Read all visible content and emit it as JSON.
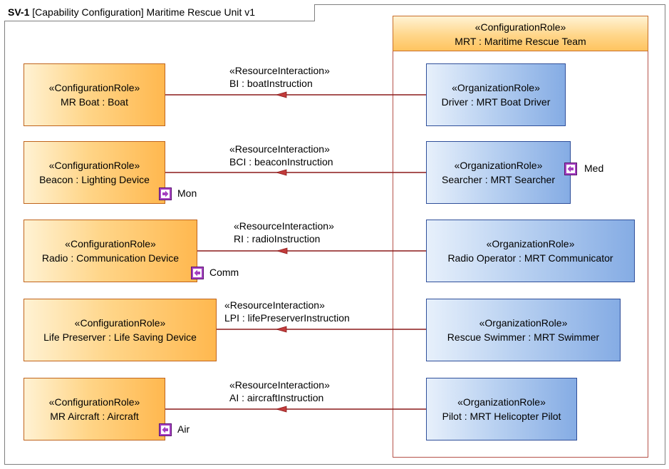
{
  "diagram": {
    "tab_id": "SV-1",
    "tab_title": "[Capability Configuration] Maritime Rescue Unit v1",
    "team": {
      "stereotype": "«ConfigurationRole»",
      "name": "MRT : Maritime Rescue Team"
    },
    "config_roles": [
      {
        "stereotype": "«ConfigurationRole»",
        "name": "MR Boat : Boat"
      },
      {
        "stereotype": "«ConfigurationRole»",
        "name": "Beacon : Lighting Device"
      },
      {
        "stereotype": "«ConfigurationRole»",
        "name": "Radio : Communication Device"
      },
      {
        "stereotype": "«ConfigurationRole»",
        "name": "Life Preserver : Life Saving Device"
      },
      {
        "stereotype": "«ConfigurationRole»",
        "name": "MR Aircraft : Aircraft"
      }
    ],
    "org_roles": [
      {
        "stereotype": "«OrganizationRole»",
        "name": "Driver : MRT Boat Driver"
      },
      {
        "stereotype": "«OrganizationRole»",
        "name": "Searcher : MRT Searcher"
      },
      {
        "stereotype": "«OrganizationRole»",
        "name": "Radio Operator : MRT Communicator"
      },
      {
        "stereotype": "«OrganizationRole»",
        "name": "Rescue Swimmer : MRT Swimmer"
      },
      {
        "stereotype": "«OrganizationRole»",
        "name": "Pilot : MRT Helicopter Pilot"
      }
    ],
    "interactions": [
      {
        "stereotype": "«ResourceInteraction»",
        "name": "BI : boatInstruction"
      },
      {
        "stereotype": "«ResourceInteraction»",
        "name": "BCI : beaconInstruction"
      },
      {
        "stereotype": "«ResourceInteraction»",
        "name": "RI : radioInstruction"
      },
      {
        "stereotype": "«ResourceInteraction»",
        "name": "LPI : lifePreserverInstruction"
      },
      {
        "stereotype": "«ResourceInteraction»",
        "name": "AI : aircraftInstruction"
      }
    ],
    "ports": {
      "mon": "Mon",
      "comm": "Comm",
      "air": "Air",
      "med": "Med"
    }
  },
  "colors": {
    "connector": "#8b1a1a",
    "port": "#a43fc0",
    "config_border": "#c0641c",
    "org_border": "#2f4f9a"
  }
}
